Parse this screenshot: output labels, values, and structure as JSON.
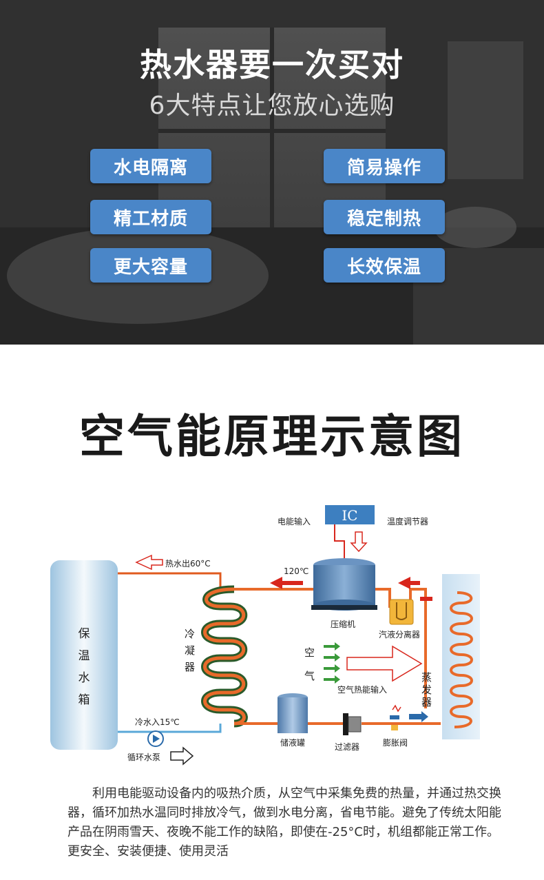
{
  "hero": {
    "title": "热水器要一次买对",
    "subtitle": "6大特点让您放心选购",
    "features": [
      "水电隔离",
      "简易操作",
      "精工材质",
      "稳定制热",
      "更大容量",
      "长效保温"
    ]
  },
  "section": {
    "title": "空气能原理示意图"
  },
  "diagram": {
    "ic_label": "IC",
    "power_input": "电能输入",
    "thermostat": "温度调节器",
    "hot_out": "热水出60°C",
    "temp_120": "120℃",
    "compressor": "压缩机",
    "separator": "汽液分离器",
    "tank_chars": [
      "保",
      "温",
      "水",
      "箱"
    ],
    "condenser_chars": [
      "冷",
      "凝",
      "器"
    ],
    "air_chars": [
      "空",
      "气"
    ],
    "air_input": "空气热能输入",
    "evaporator_chars": [
      "蒸",
      "发",
      "器"
    ],
    "cold_in": "冷水入15℃",
    "pump": "循环水泵",
    "receiver": "储液罐",
    "filter": "过滤器",
    "expansion_valve": "膨胀阀"
  },
  "description": "利用电能驱动设备内的吸热介质，从空气中采集免费的热量，并通过热交换器，循环加热水温同时排放冷气，做到水电分离，省电节能。避免了传统太阳能产品在阴雨雪天、夜晚不能工作的缺陷，即使在-25°C时，机组都能正常工作。更安全、安装便捷、使用灵活",
  "colors": {
    "button": "#4a86c8",
    "pipe_hot": "#e05a1e",
    "pipe_cold": "#5aa8d8",
    "arrow_red": "#d8261c",
    "arrow_green": "#3a9a3a"
  }
}
